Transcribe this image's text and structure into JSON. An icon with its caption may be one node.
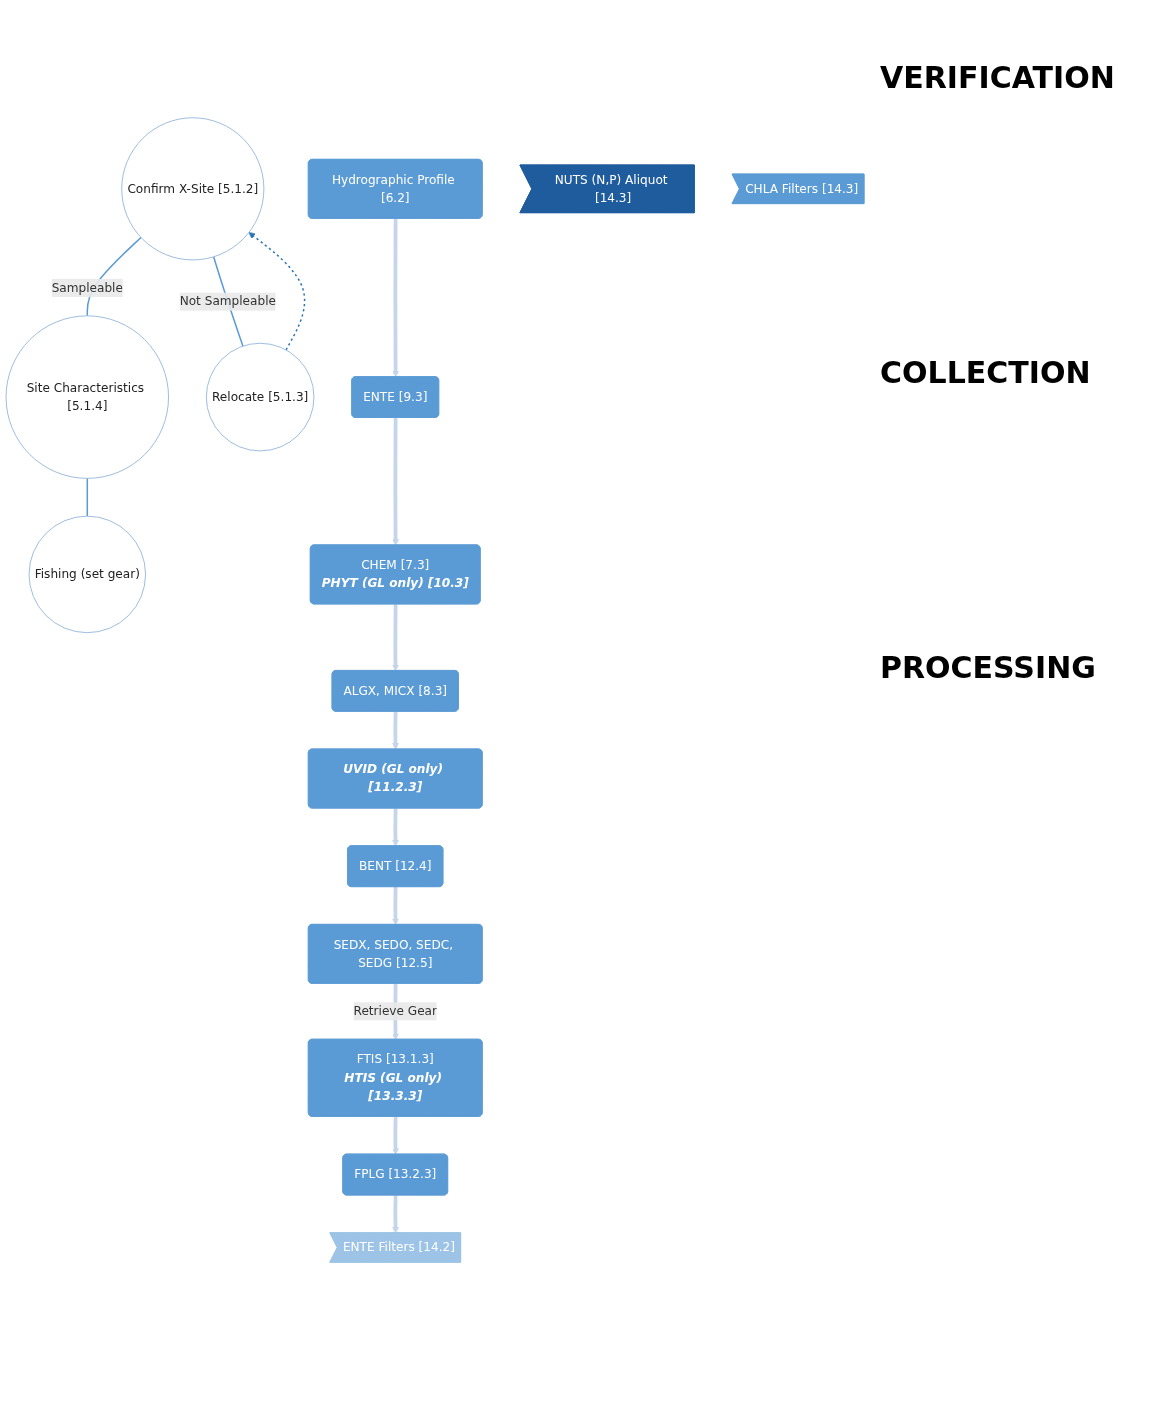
{
  "diagram": {
    "nodes": [
      {
        "text": [
          "Confirm X-Site [5.1.2]"
        ]
      },
      {
        "text": [
          "Site Characteristics [5.1.4]"
        ]
      },
      {
        "text": [
          "Relocate [5.1.3]"
        ]
      },
      {
        "text": [
          "Fishing (set gear)"
        ]
      },
      {
        "text": [
          "Hydrographic Profile [6.2]"
        ]
      },
      {
        "text": [
          "ENTE [9.3]"
        ]
      },
      {
        "text": [
          "CHEM [7.3]",
          "PHYT (GL only) [10.3]"
        ]
      },
      {
        "text": [
          "ALGX, MICX [8.3]"
        ]
      },
      {
        "text": [
          "UVID (GL only) [11.2.3]"
        ]
      },
      {
        "text": [
          "BENT [12.4]"
        ]
      },
      {
        "text": [
          "SEDX, SEDO, SEDC, SEDG [12.5]"
        ]
      },
      {
        "text": [
          "FTIS [13.1.3]",
          "HTIS (GL only) [13.3.3]"
        ]
      },
      {
        "text": [
          "FPLG [13.2.3]"
        ]
      },
      {
        "text": [
          "NUTS (N,P) Aliquot [14.3]"
        ]
      },
      {
        "text": [
          "CHLA Filters [14.3]"
        ]
      },
      {
        "text": [
          "ENTE Filters [14.2]"
        ]
      }
    ],
    "edges": [
      {
        "from": 0,
        "to": 1,
        "arrow": "none",
        "label": "Sampleable",
        "color": "#5b9bd5"
      },
      {
        "from": 0,
        "to": 2,
        "arrow": "none",
        "label": "Not Sampleable",
        "color": "#5b9bd5"
      },
      {
        "from": 2,
        "to": 0,
        "arrow": "to",
        "style": "dashed",
        "color": "#2e75b6"
      },
      {
        "from": 1,
        "to": 3,
        "arrow": "none",
        "color": "#5b9bd5"
      },
      {
        "from": 4,
        "to": 5,
        "arrow": "to"
      },
      {
        "from": 5,
        "to": 6,
        "arrow": "to"
      },
      {
        "from": 6,
        "to": 7,
        "arrow": "to"
      },
      {
        "from": 7,
        "to": 8,
        "arrow": "to"
      },
      {
        "from": 8,
        "to": 9,
        "arrow": "to"
      },
      {
        "from": 9,
        "to": 10,
        "arrow": "to"
      },
      {
        "from": 10,
        "to": 11,
        "arrow": "to",
        "label": "Retrieve Gear"
      },
      {
        "from": 11,
        "to": 12,
        "arrow": "to"
      },
      {
        "from": 12,
        "to": 15,
        "arrow": "to"
      }
    ],
    "labels": [
      "VERIFICATION",
      "COLLECTION",
      "PROCESSING"
    ]
  }
}
